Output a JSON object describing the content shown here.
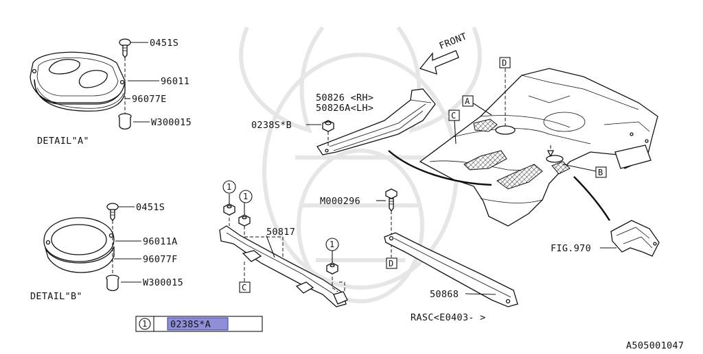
{
  "callouts": {
    "screw_a": "0451S",
    "cover_a": "96011",
    "gasket_a": "96077E",
    "clip_a": "W300015",
    "detail_a": "DETAIL\"A\"",
    "screw_b": "0451S",
    "cover_b": "96011A",
    "gasket_b": "96077F",
    "clip_b": "W300015",
    "detail_b": "DETAIL\"B\"",
    "member_rh": "50826 <RH>",
    "member_lh": "50826A<LH>",
    "nut_b": "0238S*B",
    "bolt_m": "M000296",
    "member_50817": "50817",
    "member_50868": "50868",
    "fig_ref": "FIG.970",
    "front": "FRONT",
    "rasc": "RASC<E0403-    >",
    "diagram_id": "A505001047"
  },
  "markers": {
    "a": "A",
    "b": "B",
    "c": "C",
    "d": "D",
    "one": "1"
  },
  "legend": {
    "num": "1",
    "part": "0238S*A"
  },
  "colors": {
    "line": "#111111",
    "highlight": "#8f8fd8",
    "watermark": "#e6e6e6"
  }
}
